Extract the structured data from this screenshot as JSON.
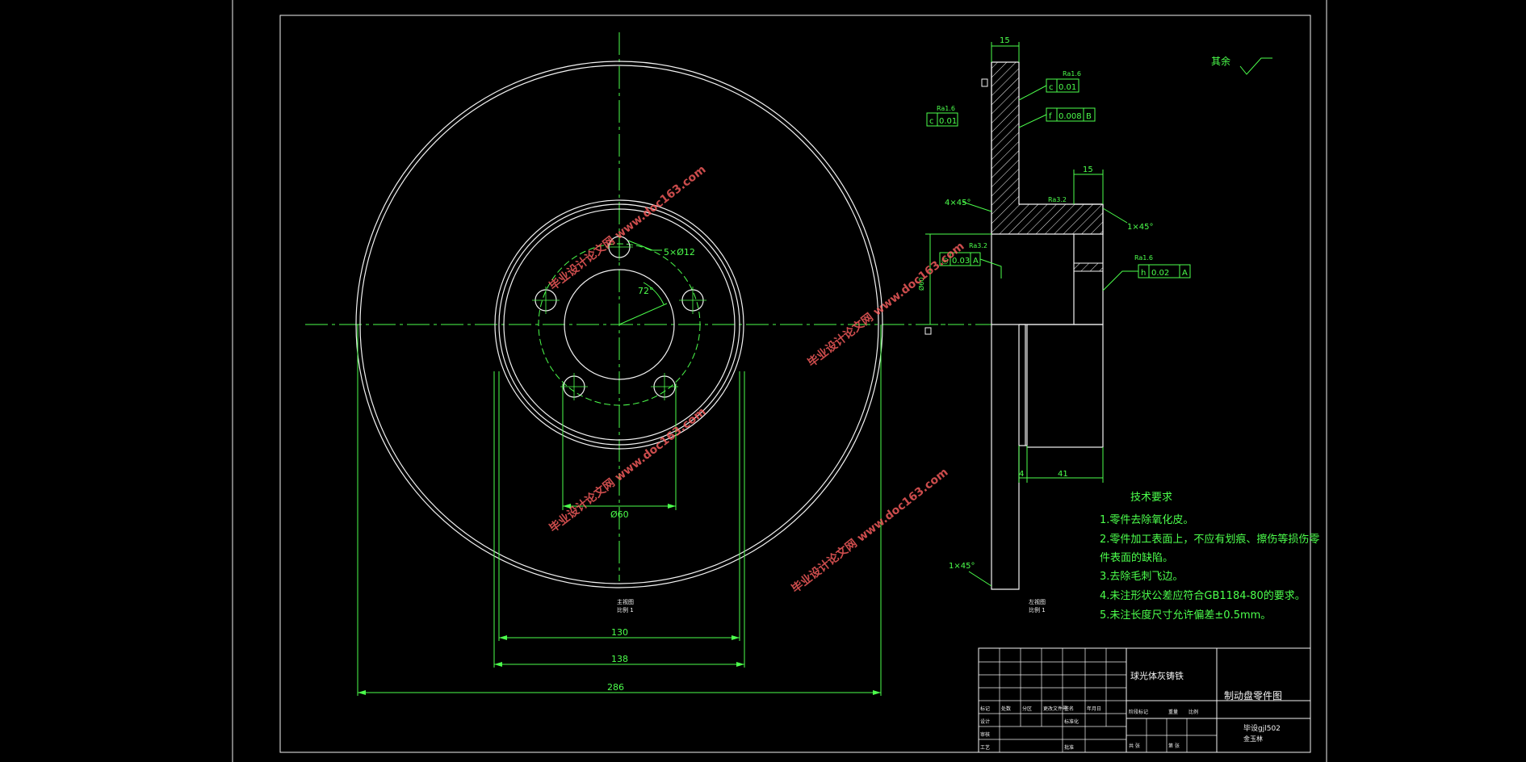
{
  "dimensions": {
    "bolt_holes": "5×Ø12",
    "angle": "72°",
    "bolt_circle": "Ø60",
    "inner_d": "130",
    "hub_d": "138",
    "outer_d": "286",
    "thick_top": "15",
    "thick_hub": "15",
    "chamfer_4": "4×45°",
    "chamfer_1a": "1×45°",
    "chamfer_1b": "1×45°",
    "rough_a": "Ra1.6",
    "rough_b": "Ra3.2",
    "rough_c": "Ra1.6",
    "rough_d": "Ra3.2",
    "rough_e": "Ra1.6",
    "dim_4": "4",
    "dim_41": "41",
    "ref_hub": "Ø60"
  },
  "tolerances": {
    "t1": "0.01",
    "t2": "0.01",
    "t3": "0.008",
    "t3_ref": "B",
    "t4": "0.03",
    "t4_ref": "A",
    "t5": "0.02",
    "t5_ref": "A",
    "sym_c": "c",
    "sym_f": "f",
    "sym_h": "h"
  },
  "notes": {
    "rest": "其余",
    "tech_title": "技术要求",
    "items": [
      "1.零件去除氧化皮。",
      "2.零件加工表面上，不应有划痕、擦伤等损伤零",
      "件表面的缺陷。",
      "3.去除毛刺飞边。",
      "4.未注形状公差应符合GB1184-80的要求。",
      "5.未注长度尺寸允许偏差±0.5mm。"
    ],
    "view_left": "主视图",
    "view_left_scale": "比例 1",
    "view_right": "左视图",
    "view_right_scale": "比例 1"
  },
  "title_block": {
    "material": "球光体灰铸铁",
    "part_name": "制动盘零件图",
    "drawing_no": "毕设gjl502",
    "signature": "金玉林",
    "small": [
      "标记",
      "处数",
      "分区",
      "更改文件号",
      "签名",
      "年月日",
      "设计",
      "标准化",
      "审核",
      "工艺",
      "批准",
      "阶段标记",
      "重量",
      "比例",
      "共 张",
      "第 张"
    ]
  },
  "watermark": "毕业设计论文网 www.doc163.com",
  "colors": {
    "background": "#000000",
    "lines": "#f2f2f2",
    "annotation": "#4cff4c"
  }
}
